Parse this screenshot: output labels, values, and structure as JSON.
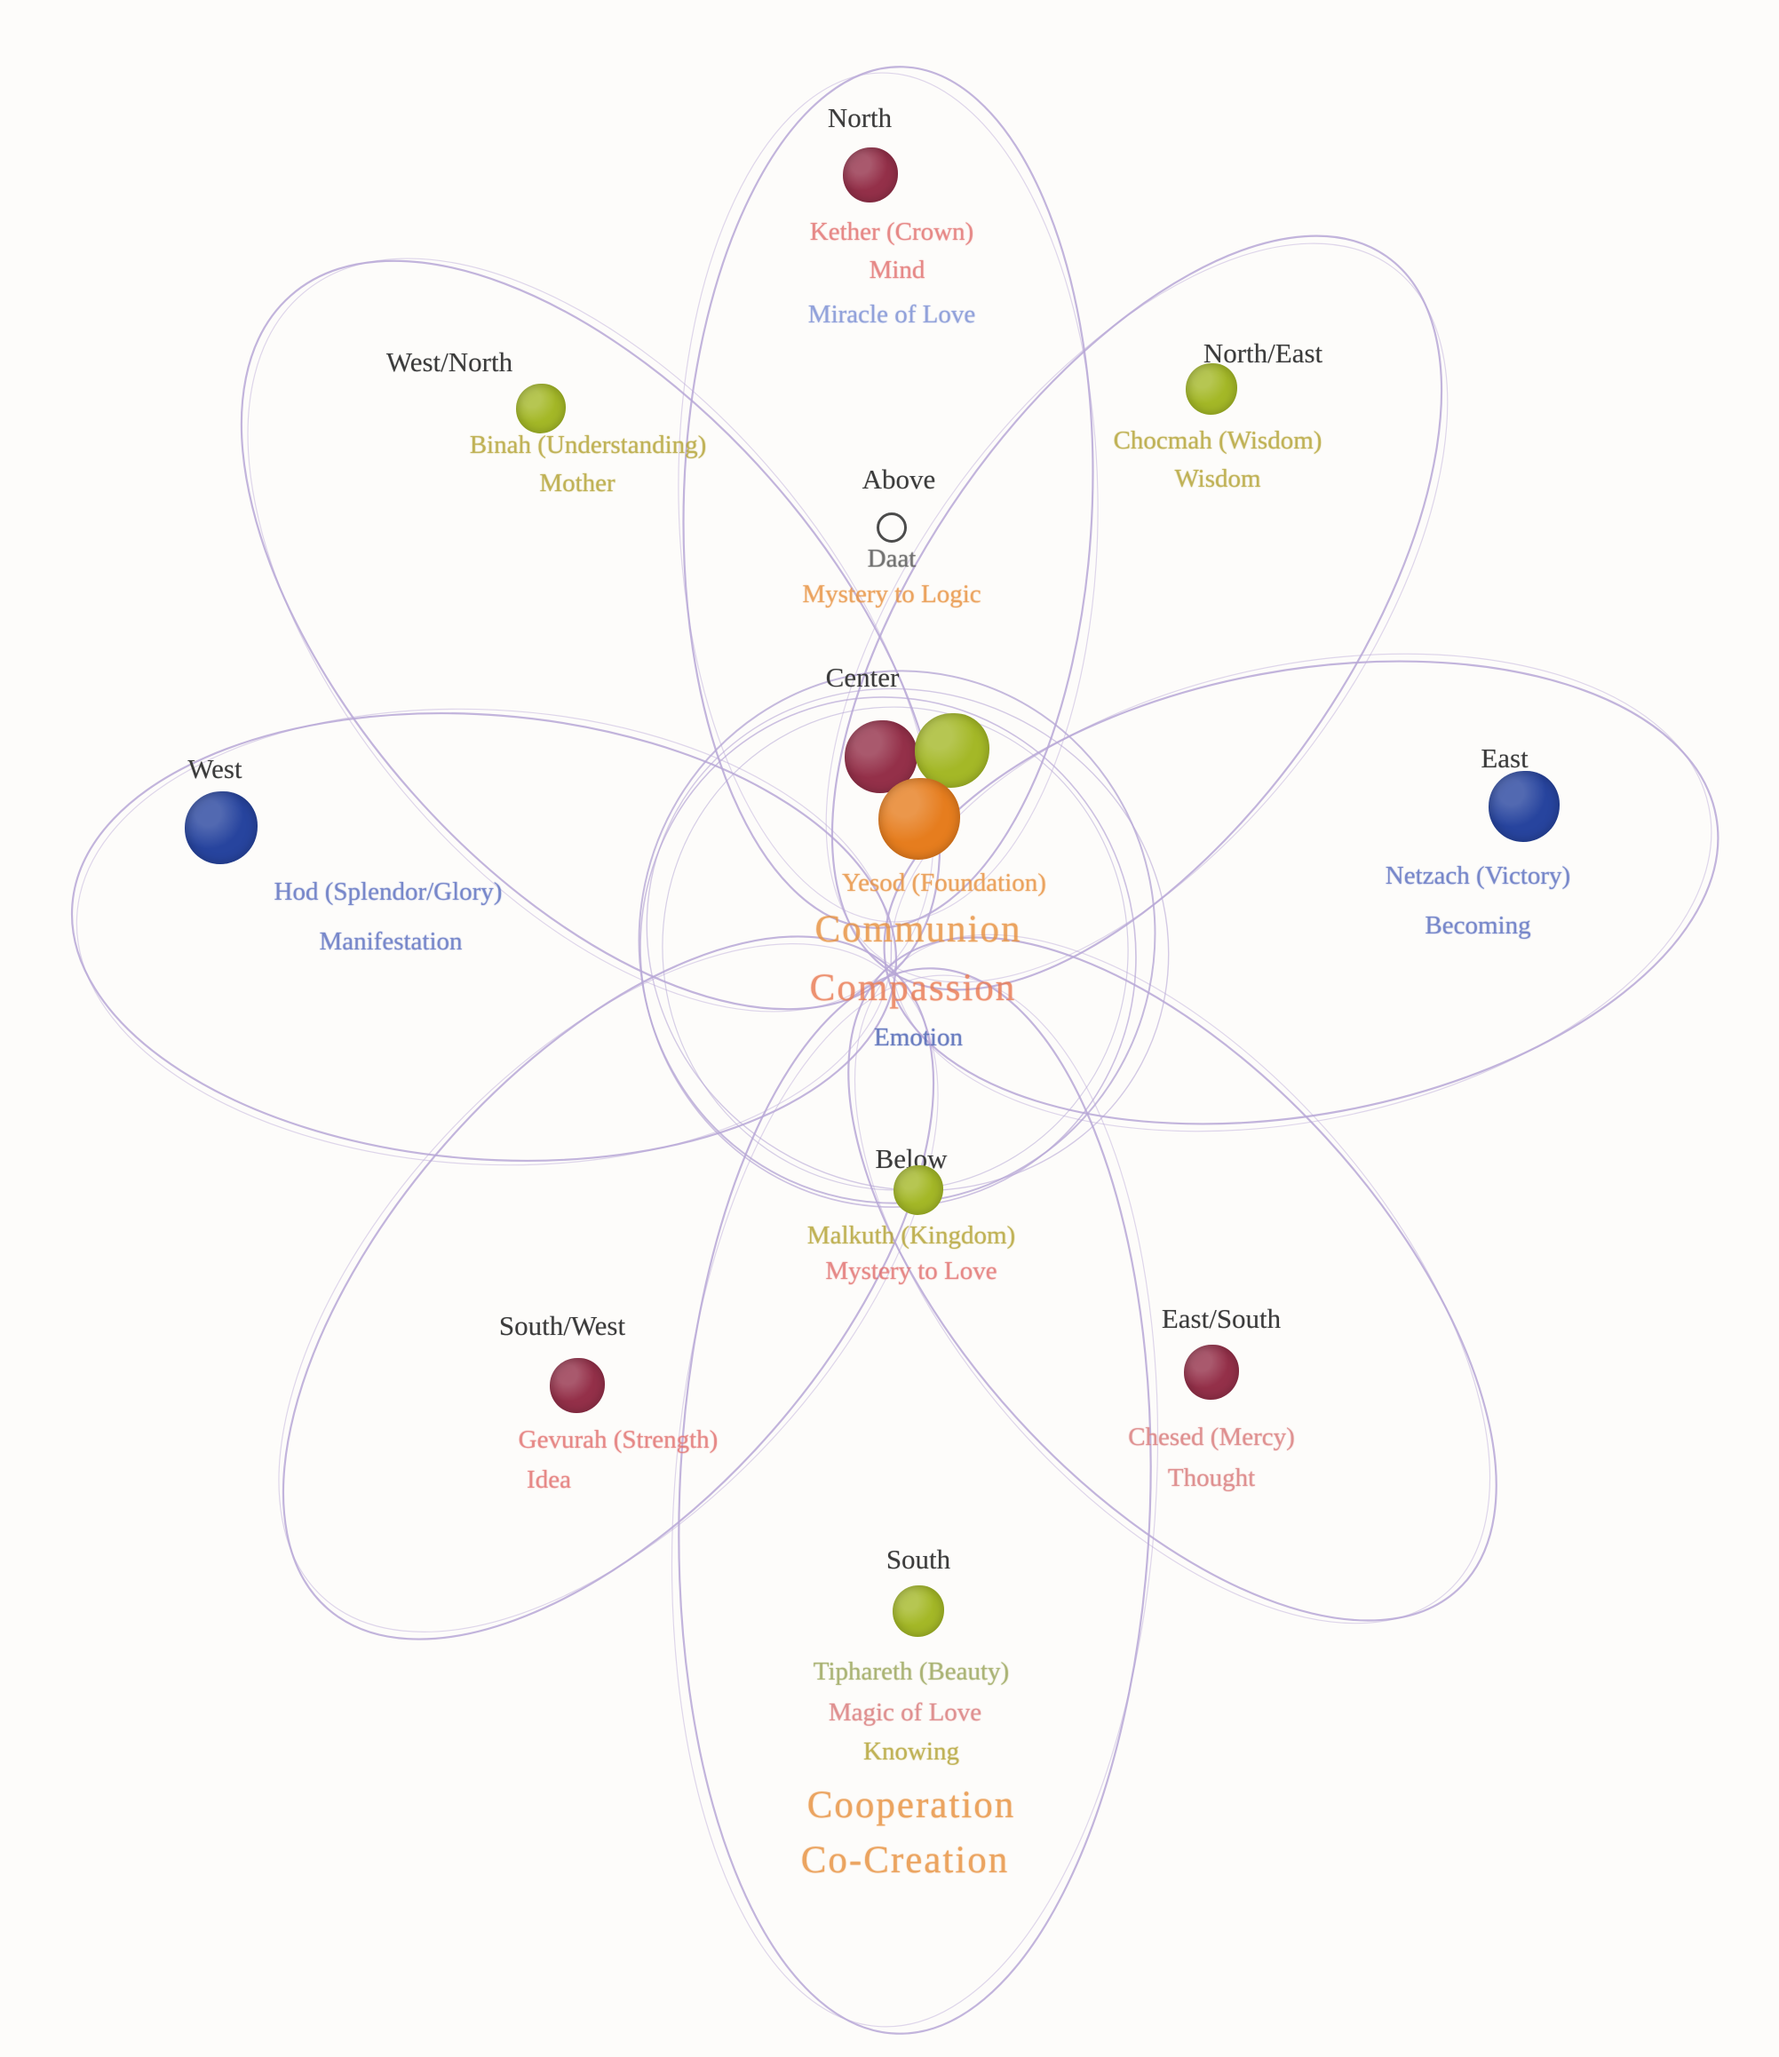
{
  "diagram": {
    "type": "flower-petal mandala of directions and sephiroth",
    "colors": {
      "background": "#fdfcfa",
      "petal_outline": "#b7a7d6",
      "dot_maroon": "#943049",
      "dot_green": "#a4b827",
      "dot_orange": "#e67d1e",
      "dot_blue": "#27449e",
      "text_red": "#e2706f",
      "text_blue": "#7b8fd4",
      "text_olive": "#b3a233",
      "text_orange": "#ef8b3a",
      "text_dark": "#3b3b3b"
    },
    "nodes": {
      "north": {
        "direction": "North",
        "dot": "maroon",
        "lines": [
          "Kether (Crown)",
          "Mind",
          "Miracle of Love"
        ]
      },
      "west_north": {
        "direction": "West/North",
        "dot": "green",
        "lines": [
          "Binah (Understanding)",
          "Mother"
        ]
      },
      "north_east": {
        "direction": "North/East",
        "dot": "green",
        "lines": [
          "Chocmah (Wisdom)",
          "Wisdom"
        ]
      },
      "above": {
        "direction": "Above",
        "dot": "open-ring",
        "lines": [
          "Daat",
          "Mystery to Logic"
        ]
      },
      "center": {
        "direction": "Center",
        "dot": "maroon+green+orange cluster",
        "lines": [
          "Yesod (Foundation)",
          "Communion",
          "Compassion",
          "Emotion"
        ]
      },
      "west": {
        "direction": "West",
        "dot": "blue",
        "lines": [
          "Hod (Splendor/Glory)",
          "Manifestation"
        ]
      },
      "east": {
        "direction": "East",
        "dot": "blue",
        "lines": [
          "Netzach (Victory)",
          "Becoming"
        ]
      },
      "below": {
        "direction": "Below",
        "dot": "green",
        "lines": [
          "Malkuth (Kingdom)",
          "Mystery to Love"
        ]
      },
      "south_west": {
        "direction": "South/West",
        "dot": "maroon",
        "lines": [
          "Gevurah  (Strength)",
          "Idea"
        ]
      },
      "east_south": {
        "direction": "East/South",
        "dot": "maroon",
        "lines": [
          "Chesed (Mercy)",
          "Thought"
        ]
      },
      "south": {
        "direction": "South",
        "dot": "green",
        "lines": [
          "Tiphareth (Beauty)",
          "Magic of Love",
          "Knowing",
          "Cooperation",
          "Co-Creation"
        ]
      }
    }
  }
}
